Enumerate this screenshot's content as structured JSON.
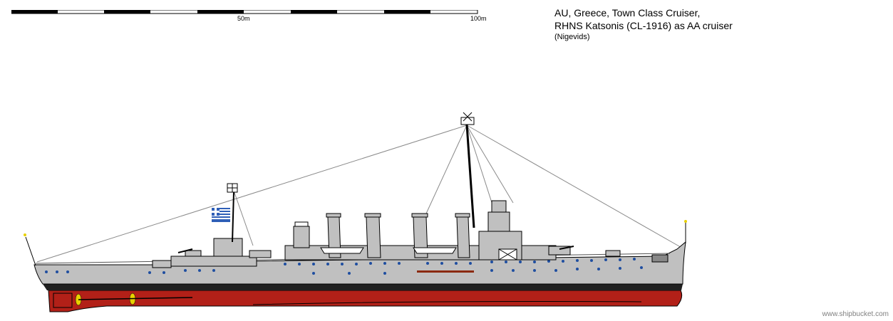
{
  "scale": {
    "label_mid": "50m",
    "label_end": "100m"
  },
  "title": {
    "line1": "AU, Greece, Town Class Cruiser,",
    "line2": "RHNS Katsonis (CL-1916) as AA cruiser",
    "author": "(Nigevids)"
  },
  "credit": "www.shipbucket.com",
  "colors": {
    "hull_grey": "#c0c0c0",
    "boot_top": "#202020",
    "antifouling_red": "#b22018",
    "porthole_blue": "#1f4ea0",
    "propeller_yellow": "#e8d000",
    "flag_blue": "#2f5fb7"
  }
}
